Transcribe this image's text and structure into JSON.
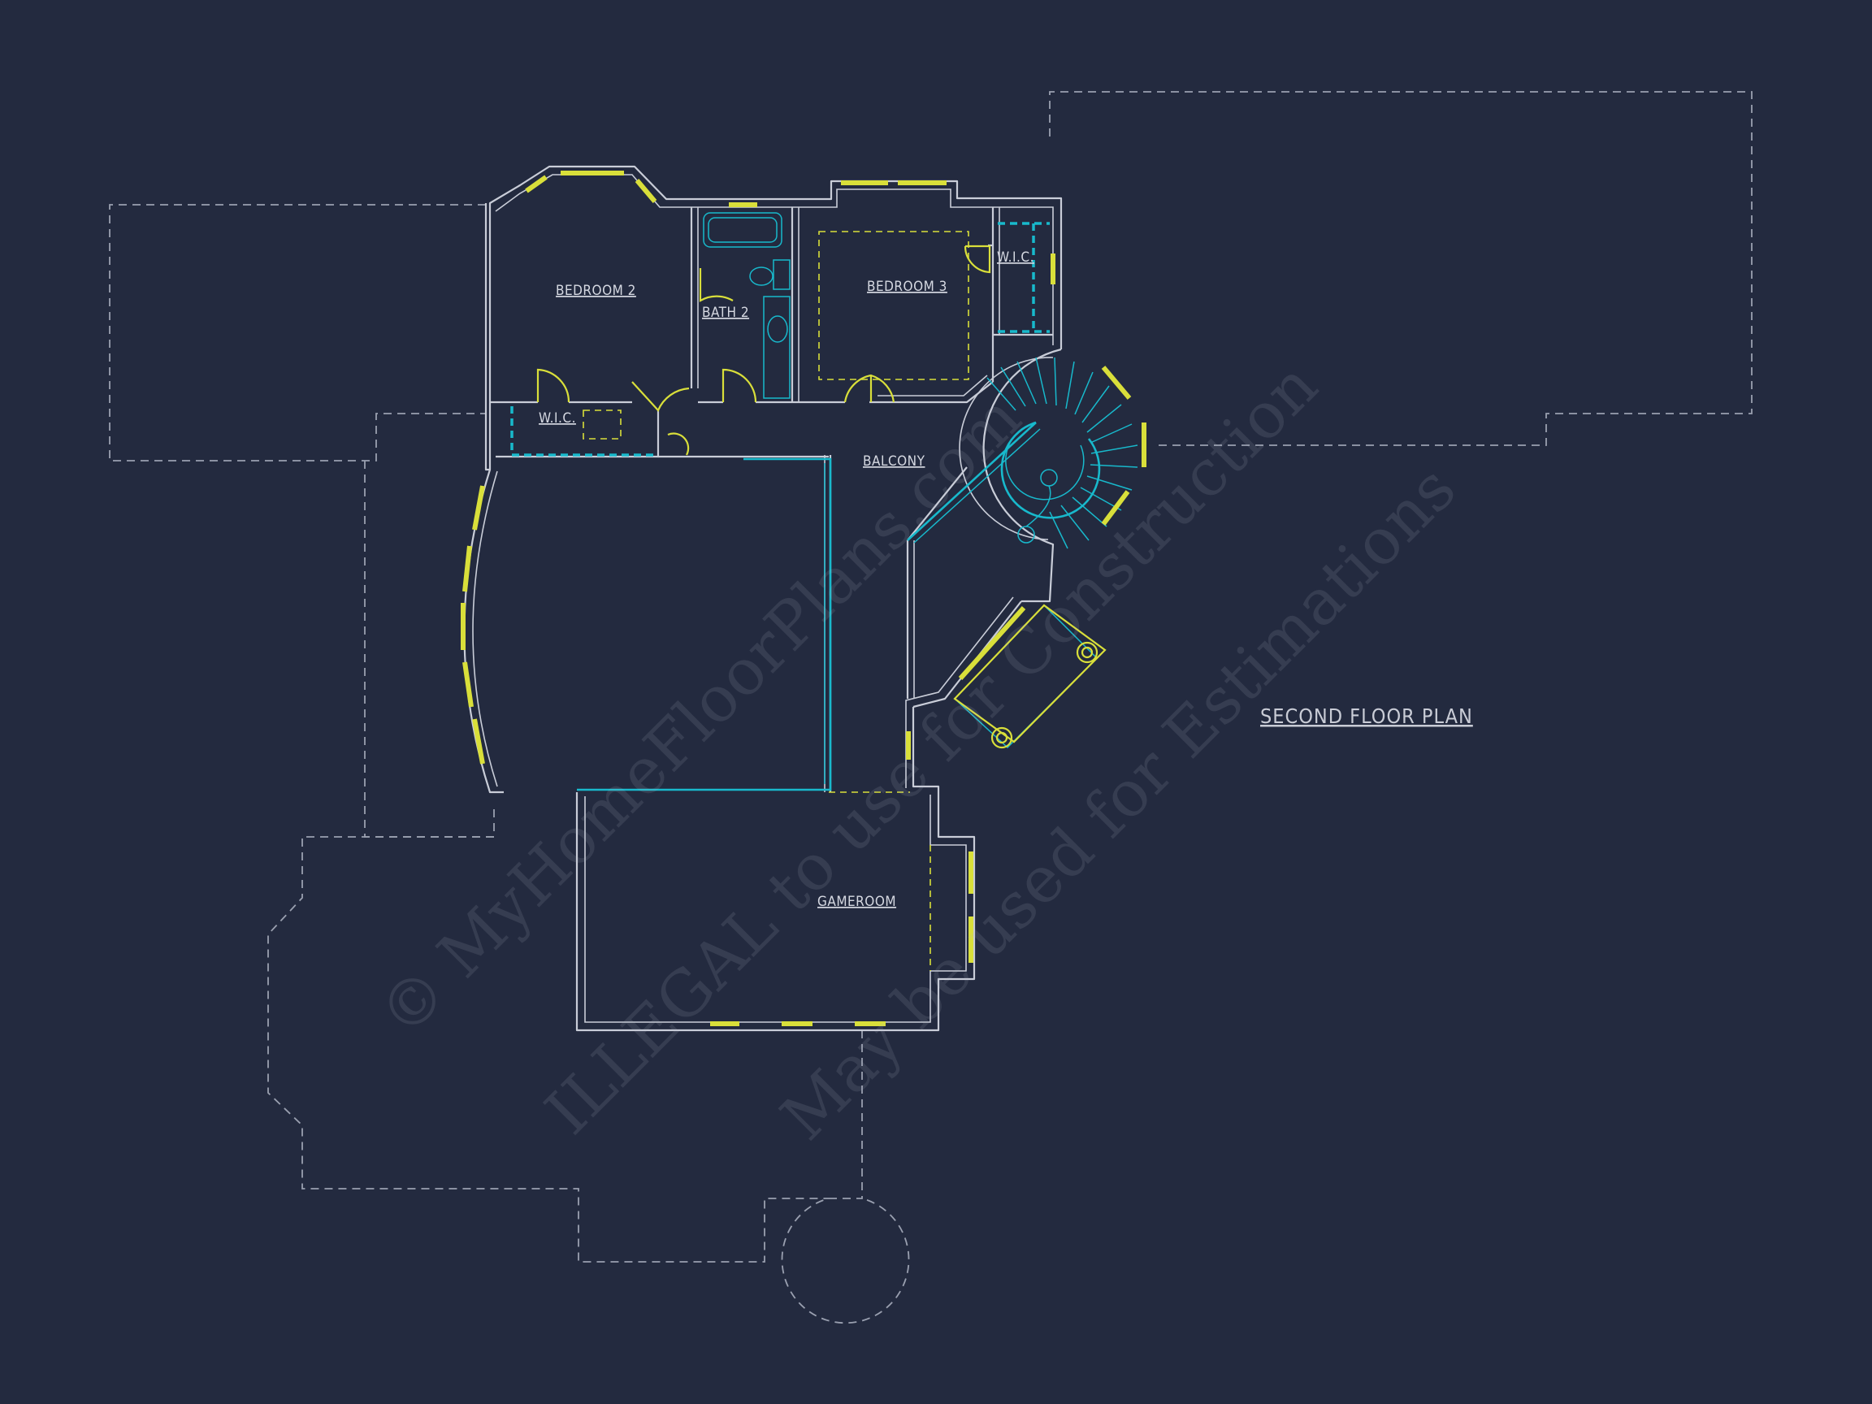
{
  "plan_title": "SECOND FLOOR PLAN",
  "rooms": {
    "bedroom2": "BEDROOM 2",
    "bedroom3": "BEDROOM 3",
    "bath2": "BATH 2",
    "wic_left": "W.I.C.",
    "wic_right": "W.I.C.",
    "balcony": "BALCONY",
    "gameroom": "GAMEROOM"
  },
  "watermark": {
    "line1": "© MyHomeFloorPlans.com",
    "line2": "ILLEGAL to use for Construction",
    "line3": "May be used for Estimations"
  },
  "colors": {
    "background": "#232a3f",
    "wall": "#c9cdd8",
    "window": "#d9df3a",
    "fixture": "#18b9cc",
    "outline": "#9aa0b0"
  }
}
